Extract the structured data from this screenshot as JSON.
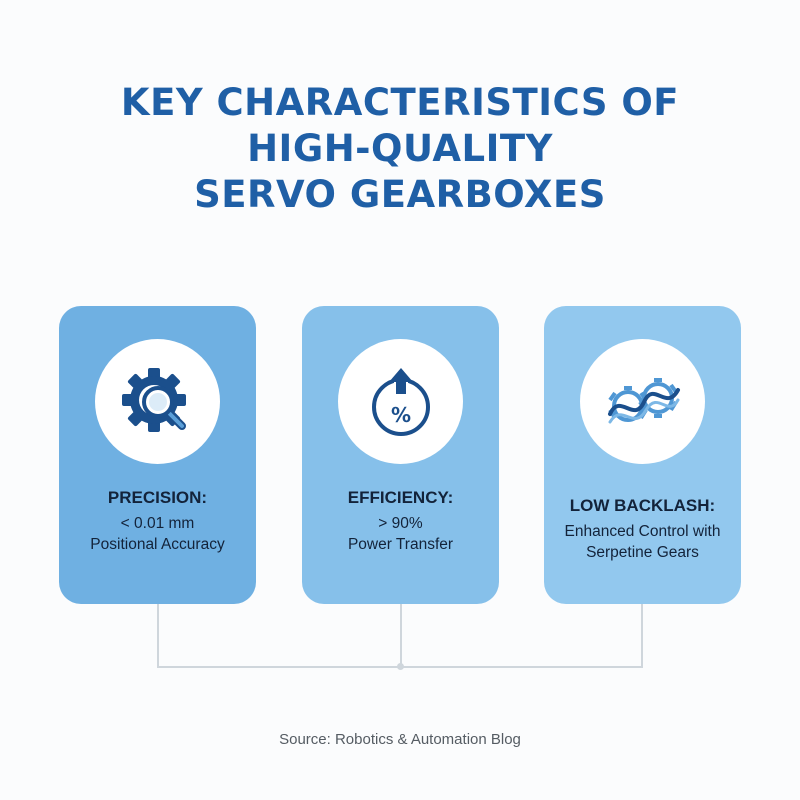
{
  "title": {
    "line1": "KEY CHARACTERISTICS OF",
    "line2": "HIGH-QUALITY",
    "line3": "SERVO GEARBOXES"
  },
  "cards": [
    {
      "heading": "PRECISION:",
      "line1": "< 0.01 mm",
      "line2": "Positional Accuracy",
      "icon": "gear-magnifier-icon",
      "color": "#6fb0e2"
    },
    {
      "heading": "EFFICIENCY:",
      "line1": "> 90%",
      "line2": "Power Transfer",
      "icon": "percent-up-arrow-icon",
      "icon_text": "%",
      "color": "#86c0ea"
    },
    {
      "heading": "LOW BACKLASH:",
      "line1": "Enhanced Control with",
      "line2": "Serpetine Gears",
      "icon": "serpentine-gears-icon",
      "color": "#92c8ee"
    }
  ],
  "source": "Source: Robotics & Automation Blog",
  "colors": {
    "title": "#1f5fa6",
    "icon_dark": "#1b4f8c",
    "icon_light": "#5b9fd8"
  }
}
